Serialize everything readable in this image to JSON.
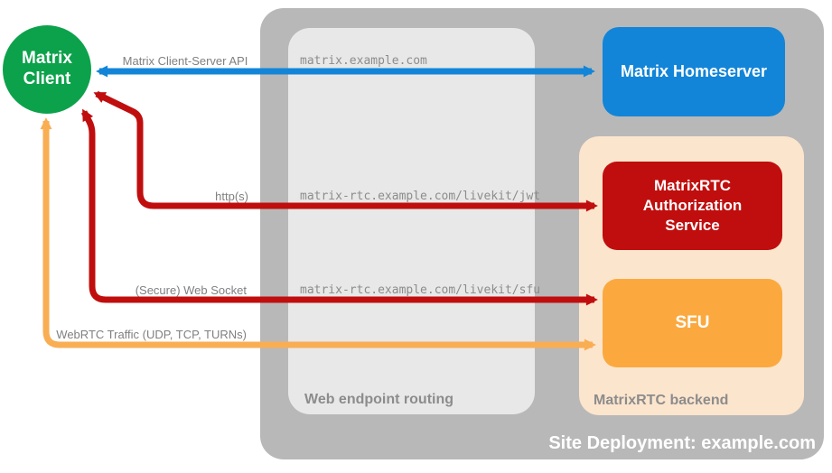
{
  "colors": {
    "green": "#0CA24B",
    "blue": "#1285D8",
    "red": "#C00E0E",
    "orange": "#FBA93F",
    "orange_arrow": "#F9AE54",
    "outer_gray": "#B8B8B8",
    "inner_gray": "#E8E8E8",
    "peach": "#FCE5CD",
    "label_gray": "#808080",
    "caption_gray": "#8C8C8C"
  },
  "nodes": {
    "client": {
      "label": "Matrix Client"
    },
    "homeserver": {
      "label": "Matrix Homeserver"
    },
    "auth_service": {
      "label": "MatrixRTC Authorization Service"
    },
    "sfu": {
      "label": "SFU"
    }
  },
  "containers": {
    "site": {
      "label": "Site Deployment: example.com"
    },
    "routing": {
      "label": "Web endpoint routing"
    },
    "backend": {
      "label": "MatrixRTC backend"
    }
  },
  "endpoints": [
    "matrix.example.com",
    "matrix-rtc.example.com/livekit/jwt",
    "matrix-rtc.example.com/livekit/sfu"
  ],
  "connections": [
    {
      "label": "Matrix Client-Server API"
    },
    {
      "label": "http(s)"
    },
    {
      "label": "(Secure) Web Socket"
    },
    {
      "label": "WebRTC Traffic (UDP, TCP, TURNs)"
    }
  ]
}
